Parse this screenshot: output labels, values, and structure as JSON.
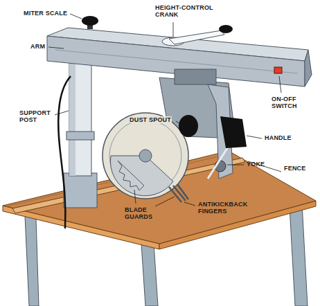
{
  "diagram": {
    "labels": [
      "MITER SCALE",
      "HEIGHT-CONTROL CRANK",
      "ARM",
      "SUPPORT POST",
      "ON-OFF SWITCH",
      "DUST SPOUT",
      "HANDLE",
      "YOKE",
      "FENCE",
      "ANTIKICKBACK FINGERS",
      "BLADE GUARDS"
    ]
  }
}
